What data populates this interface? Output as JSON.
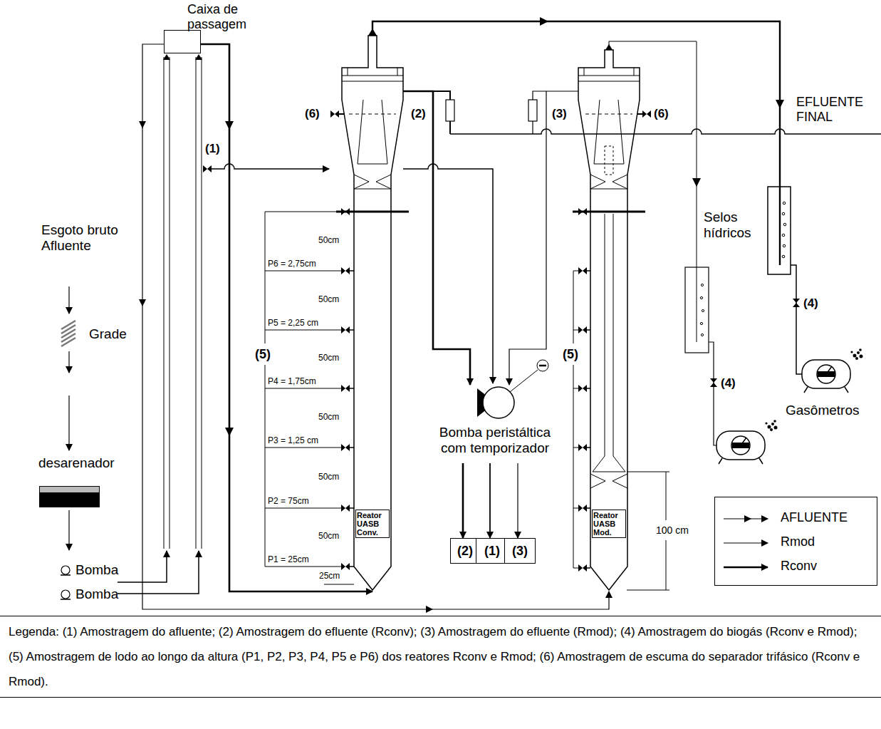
{
  "diagram": {
    "caption": "Legenda: (1) Amostragem do afluente; (2) Amostragem do efluente (Rconv); (3) Amostragem do efluente (Rmod); (4) Amostragem do biogás (Rconv e Rmod); (5) Amostragem de lodo ao longo da altura (P1, P2, P3, P4, P5 e P6) dos reatores Rconv e Rmod; (6) Amostragem de escuma do separador trifásico (Rconv e Rmod).",
    "nodes": [
      {
        "text": [
          "Caixa de passagem"
        ]
      },
      {
        "text": [
          "Reator UASB Conv."
        ]
      },
      {
        "text": [
          "Reator UASB Mod."
        ]
      },
      {
        "text": [
          "Bomba peristáltica com temporizador"
        ]
      },
      {
        "text": [
          "(2)"
        ]
      },
      {
        "text": [
          "(1)"
        ]
      },
      {
        "text": [
          "(3)"
        ]
      },
      {
        "text": [
          "desarenador"
        ]
      }
    ],
    "edges": [
      {
        "from": 0,
        "to": 1,
        "arrow": "to"
      },
      {
        "from": 0,
        "to": 2,
        "arrow": "to"
      },
      {
        "from": 1,
        "to": 3,
        "arrow": "to"
      },
      {
        "from": 2,
        "to": 3,
        "arrow": "to"
      },
      {
        "from": 3,
        "to": 4,
        "arrow": "to"
      },
      {
        "from": 3,
        "to": 5,
        "arrow": "to"
      },
      {
        "from": 3,
        "to": 6,
        "arrow": "to"
      }
    ],
    "labels": [
      "Esgoto bruto Afluente",
      "Grade",
      "Bomba",
      "Bomba",
      "(1)",
      "(6)",
      "(2)",
      "(3)",
      "(6)",
      "EFLUENTE FINAL",
      "50cm",
      "50cm",
      "50cm",
      "50cm",
      "50cm",
      "50cm",
      "P6 = 2,75cm",
      "P5 = 2,25 cm",
      "P4 = 1,75cm",
      "P3 = 1,25 cm",
      "P2 = 75cm",
      "P1 = 25cm",
      "25cm",
      "(5)",
      "(5)",
      "Selos hídricos",
      "(4)",
      "(4)",
      "Gasômetros",
      "100 cm"
    ],
    "legend": [
      {
        "text": "AFLUENTE"
      },
      {
        "text": "Rmod"
      },
      {
        "text": "Rconv"
      }
    ]
  }
}
